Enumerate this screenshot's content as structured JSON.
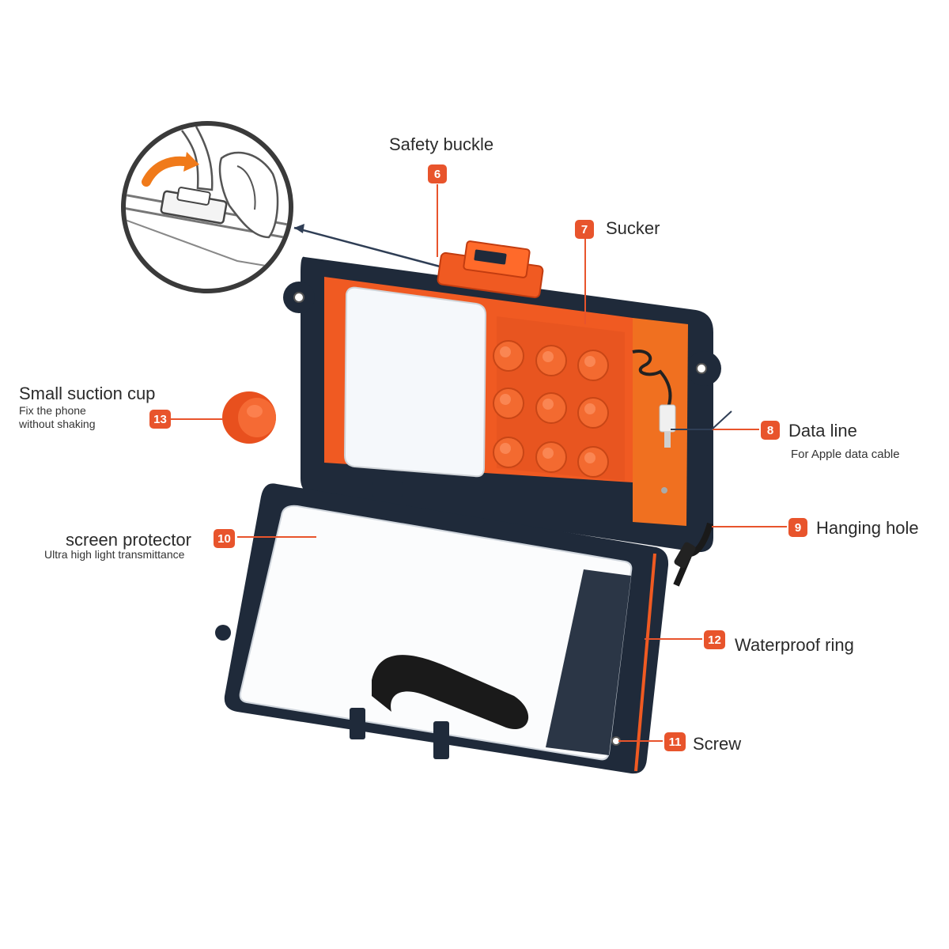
{
  "colors": {
    "accent": "#e8542c",
    "case": "#1f2a3a",
    "orange": "#f05a22",
    "leader": "#e8542c"
  },
  "callouts": [
    {
      "num": "6",
      "title": "Safety buckle",
      "subtitle": ""
    },
    {
      "num": "7",
      "title": "Sucker",
      "subtitle": ""
    },
    {
      "num": "8",
      "title": "Data line",
      "subtitle": "For Apple data cable"
    },
    {
      "num": "9",
      "title": "Hanging hole",
      "subtitle": ""
    },
    {
      "num": "10",
      "title": "screen protector",
      "subtitle": "Ultra high light transmittance"
    },
    {
      "num": "11",
      "title": "Screw",
      "subtitle": ""
    },
    {
      "num": "12",
      "title": "Waterproof ring",
      "subtitle": ""
    },
    {
      "num": "13",
      "title": "Small suction cup",
      "subtitle": "Fix the phone\nwithout shaking"
    }
  ],
  "icons": {
    "inset": "hand-opening-buckle-icon",
    "suction_cup": "suction-cup-icon"
  }
}
